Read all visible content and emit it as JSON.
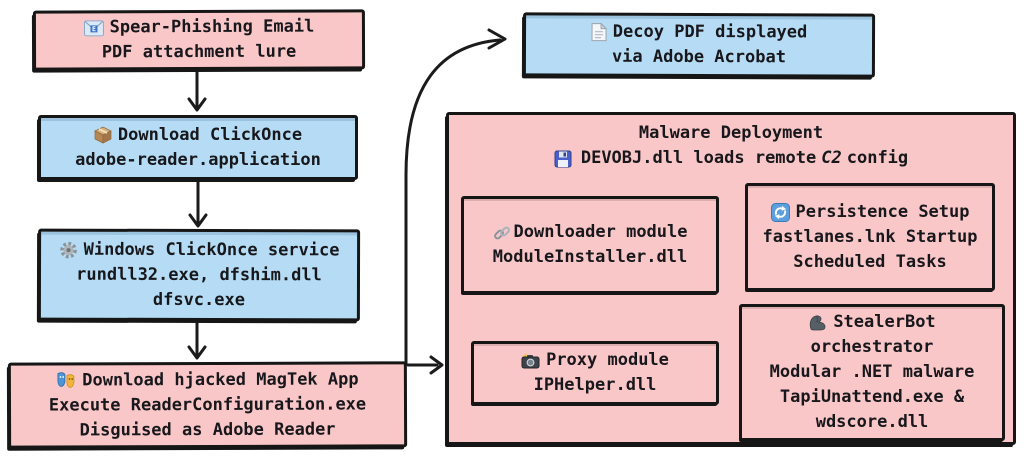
{
  "diagram": {
    "title_hint": "Attack chain flow diagram",
    "colors": {
      "node_pink": "#f9c7c7",
      "node_blue": "#b5dcf4",
      "border": "#161616",
      "background": "#ffffff",
      "text": "#17171c"
    },
    "nodes": {
      "spear_phishing": {
        "icon": "email-icon",
        "lines": [
          "Spear-Phishing Email",
          "PDF attachment lure"
        ]
      },
      "download_clickonce": {
        "icon": "package-icon",
        "lines": [
          "Download ClickOnce",
          "adobe-reader.application"
        ]
      },
      "clickonce_service": {
        "icon": "gear-icon",
        "lines": [
          "Windows ClickOnce service",
          "rundll32.exe, dfshim.dll",
          "dfsvc.exe"
        ]
      },
      "download_magtek": {
        "icon": "theater-masks-icon",
        "lines": [
          "Download hjacked MagTek App",
          "Execute ReaderConfiguration.exe",
          "Disguised as Adobe Reader"
        ]
      },
      "decoy_pdf": {
        "icon": "document-icon",
        "lines": [
          "Decoy PDF displayed",
          "via Adobe Acrobat"
        ]
      },
      "malware_deployment": {
        "icon": "floppy-disk-icon",
        "title": "Malware Deployment",
        "subtitle_prefix": "DEVOBJ.dll loads remote",
        "subtitle_c2": "C2",
        "subtitle_suffix": "config"
      },
      "downloader_module": {
        "icon": "link-icon",
        "lines": [
          "Downloader module",
          "ModuleInstaller.dll"
        ]
      },
      "persistence_setup": {
        "icon": "refresh-icon",
        "lines": [
          "Persistence Setup",
          "fastlanes.lnk Startup",
          "Scheduled Tasks"
        ]
      },
      "proxy_module": {
        "icon": "camera-icon",
        "lines": [
          "Proxy module",
          "IPHelper.dll"
        ]
      },
      "stealerbot": {
        "icon": "flexed-biceps-icon",
        "lines": [
          "StealerBot",
          "orchestrator",
          "Modular .NET malware",
          "TapiUnattend.exe &",
          "wdscore.dll"
        ]
      }
    },
    "edges": [
      "spear_phishing -> download_clickonce",
      "download_clickonce -> clickonce_service",
      "clickonce_service -> download_magtek",
      "download_magtek -> decoy_pdf",
      "download_magtek -> malware_deployment",
      "downloader_module -> persistence_setup",
      "downloader_module -> stealerbot",
      "downloader_module -> proxy_module"
    ]
  }
}
